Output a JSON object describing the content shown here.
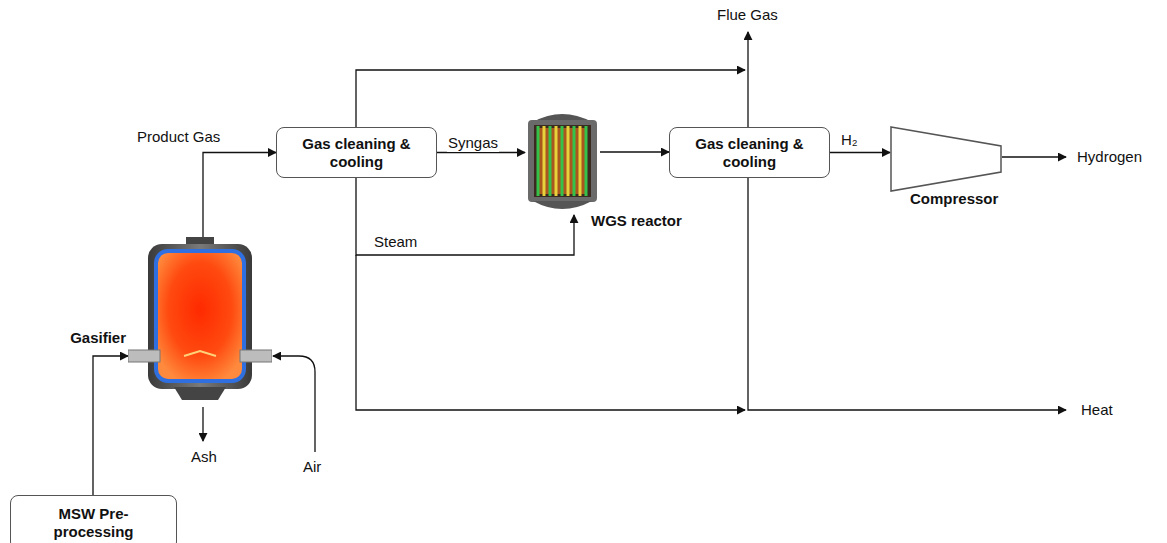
{
  "diagram": {
    "nodes": [
      {
        "text": [
          "Gas cleaning & cooling"
        ]
      },
      {
        "text": [
          "WGS reactor"
        ]
      },
      {
        "text": [
          "Gas cleaning & cooling"
        ]
      },
      {
        "text": [
          "Compressor"
        ]
      },
      {
        "text": [
          "Gasifier"
        ]
      },
      {
        "text": [
          "MSW Pre-processing"
        ]
      }
    ],
    "edges": [
      {
        "from": 5,
        "to": 4,
        "arrow": "to"
      },
      {
        "from": 4,
        "to": 0,
        "label": "Product Gas",
        "arrow": "to"
      },
      {
        "from": 0,
        "to": 1,
        "label": "Syngas",
        "arrow": "to"
      },
      {
        "from": 0,
        "to": 1,
        "label": "Steam",
        "arrow": "to"
      },
      {
        "from": 1,
        "to": 2,
        "arrow": "to"
      },
      {
        "from": 2,
        "to": 3,
        "label": "H₂",
        "arrow": "to"
      }
    ],
    "labels": [
      "Flue Gas",
      "Hydrogen",
      "Heat",
      "Ash",
      "Air"
    ]
  }
}
